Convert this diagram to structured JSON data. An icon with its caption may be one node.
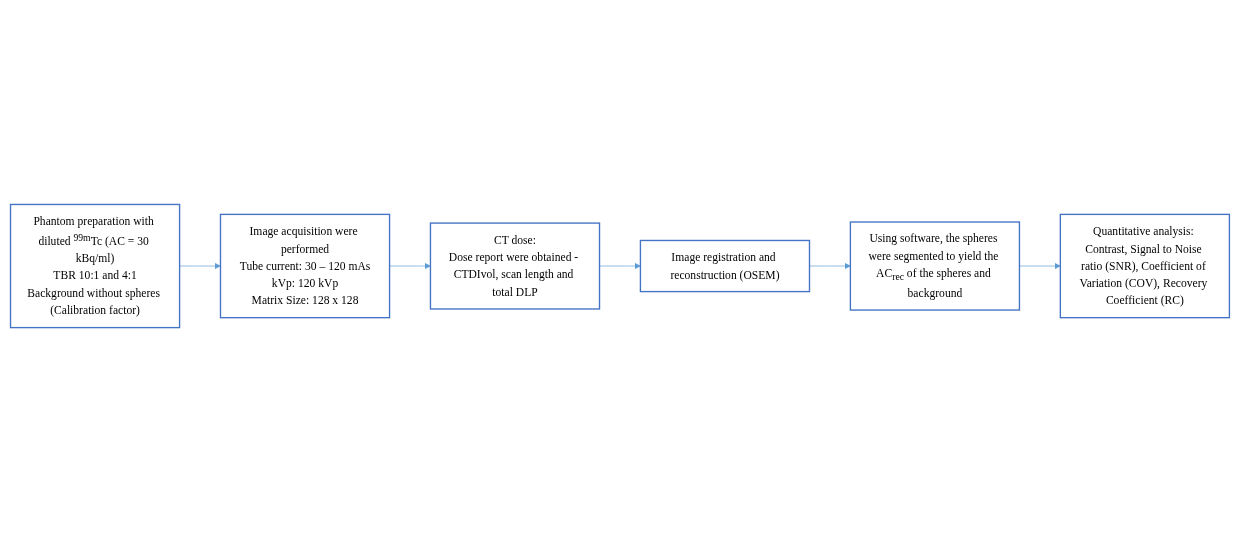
{
  "diagram": {
    "nodes": [
      {
        "text": [
          "Phantom preparation with diluted $^{99m}$Tc (AC = 30 kBq/ml)",
          "TBR 10:1 and 4:1",
          "Background without spheres (Calibration factor)"
        ]
      },
      {
        "text": [
          "Image acquisition were performed",
          "Tube current: 30 – 120 mAs",
          "kVp: 120 kVp",
          "Matrix Size: 128 x 128"
        ]
      },
      {
        "text": [
          "CT dose:",
          "Dose report were obtained - CTDIvol, scan length and total DLP"
        ]
      },
      {
        "text": [
          "Image registration and reconstruction (OSEM)"
        ]
      },
      {
        "text": [
          "Using software, the spheres were segmented to yield the AC$_{rec}$ of the spheres and background"
        ]
      },
      {
        "text": [
          "Quantitative analysis: Contrast, Signal to Noise ratio (SNR), Coefficient of Variation (COV), Recovery Coefficient (RC)"
        ]
      }
    ],
    "edges": [
      {
        "from": 0,
        "to": 1,
        "arrow": "to"
      },
      {
        "from": 1,
        "to": 2,
        "arrow": "to"
      },
      {
        "from": 2,
        "to": 3,
        "arrow": "to"
      },
      {
        "from": 3,
        "to": 4,
        "arrow": "to"
      },
      {
        "from": 4,
        "to": 5,
        "arrow": "to"
      }
    ]
  }
}
